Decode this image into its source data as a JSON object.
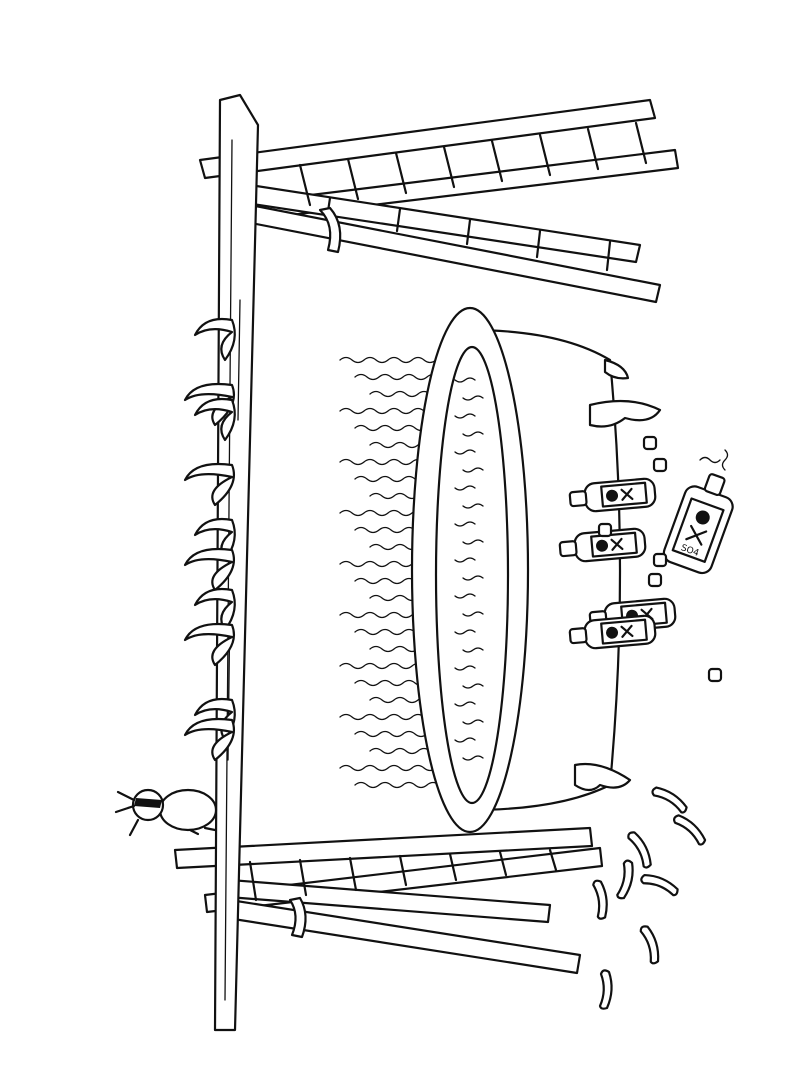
{
  "scene": {
    "ink_color": "#111111",
    "paper_color": "#ffffff",
    "bottle_label": "SO4",
    "banana_count": 10,
    "bottle_count": 5,
    "cap_count": 6,
    "worm_count": 8
  }
}
